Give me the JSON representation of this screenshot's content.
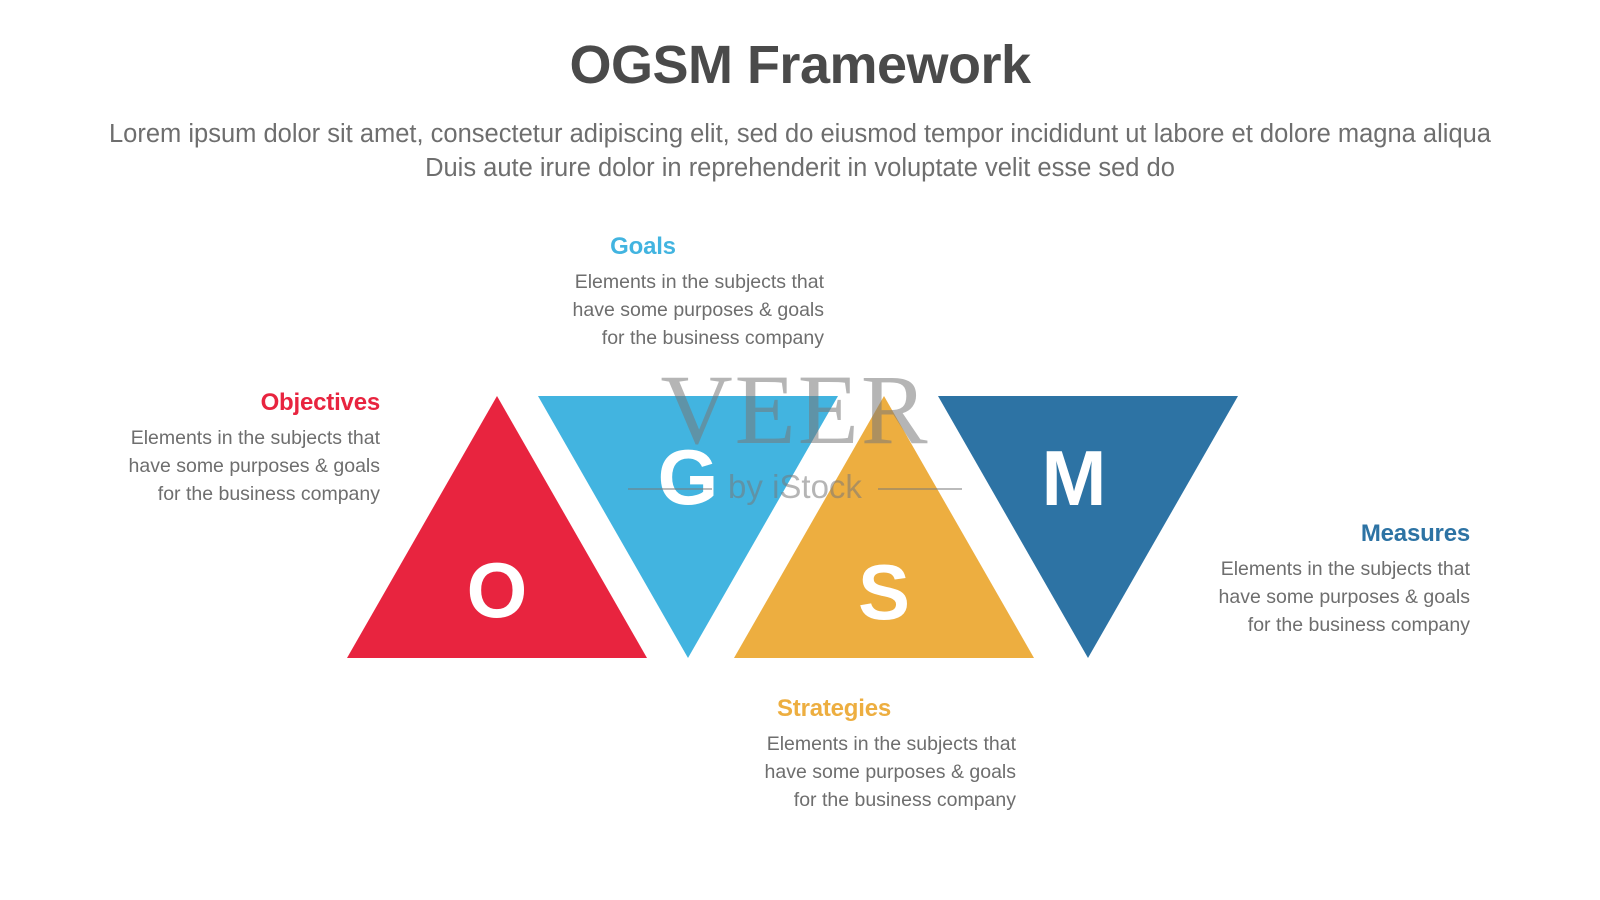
{
  "header": {
    "title": "OGSM Framework",
    "subtitle": "Lorem ipsum dolor sit amet, consectetur adipiscing elit, sed do eiusmod tempor incididunt ut labore et dolore magna aliqua Duis aute irure dolor in reprehenderit in voluptate velit esse sed do"
  },
  "watermark": {
    "brand": "VEER",
    "attribution": "by iStock"
  },
  "colors": {
    "objectives": "#E8243F",
    "goals": "#42B4E0",
    "strategies": "#EDAE40",
    "measures": "#2D73A4",
    "title": "#4a4a4a",
    "body_text": "#6e6e6e",
    "background": "#ffffff",
    "letter": "#ffffff"
  },
  "diagram": {
    "type": "ogsm-framework-alternating-triangles",
    "items": [
      {
        "letter": "O",
        "title": "Objectives",
        "description": "Elements in the subjects that\nhave  some purposes & goals\nfor the  business company",
        "color": "#E8243F",
        "orientation": "up",
        "label_position": "left"
      },
      {
        "letter": "G",
        "title": "Goals",
        "description": "Elements in the subjects that\nhave  some purposes & goals\nfor the  business company",
        "color": "#42B4E0",
        "orientation": "down",
        "label_position": "top"
      },
      {
        "letter": "S",
        "title": "Strategies",
        "description": "Elements in the subjects that\nhave  some purposes & goals\nfor the  business company",
        "color": "#EDAE40",
        "orientation": "up",
        "label_position": "bottom"
      },
      {
        "letter": "M",
        "title": "Measures",
        "description": "Elements in the subjects that\nhave  some purposes & goals\nfor the  business company",
        "color": "#2D73A4",
        "orientation": "down",
        "label_position": "right"
      }
    ]
  }
}
